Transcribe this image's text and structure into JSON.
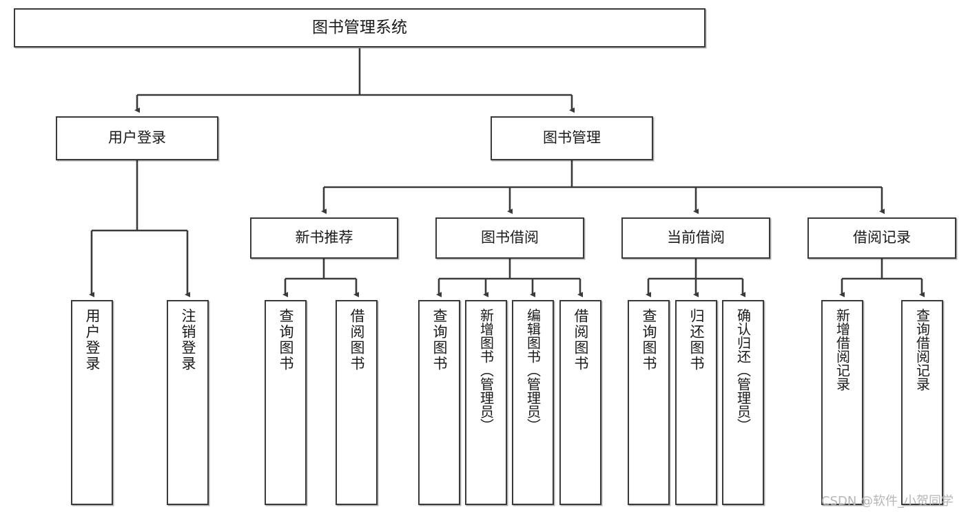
{
  "diagram": {
    "type": "tree",
    "title": "图书管理系统",
    "root": {
      "id": "root",
      "label": "图书管理系统"
    },
    "level1": [
      {
        "id": "user-login",
        "label": "用户登录"
      },
      {
        "id": "book-manage",
        "label": "图书管理"
      }
    ],
    "level2": [
      {
        "id": "new-book-recommend",
        "label": "新书推荐",
        "parent": "book-manage"
      },
      {
        "id": "book-borrow",
        "label": "图书借阅",
        "parent": "book-manage"
      },
      {
        "id": "current-borrow",
        "label": "当前借阅",
        "parent": "book-manage"
      },
      {
        "id": "borrow-record",
        "label": "借阅记录",
        "parent": "book-manage"
      }
    ],
    "leaves": [
      {
        "id": "leaf-user-login",
        "label": "用户登录",
        "parent": "user-login"
      },
      {
        "id": "leaf-user-logout",
        "label": "注销登录",
        "parent": "user-login"
      },
      {
        "id": "leaf-query-book-1",
        "label": "查询图书",
        "parent": "new-book-recommend"
      },
      {
        "id": "leaf-borrow-book-1",
        "label": "借阅图书",
        "parent": "new-book-recommend"
      },
      {
        "id": "leaf-query-book-2",
        "label": "查询图书",
        "parent": "book-borrow"
      },
      {
        "id": "leaf-add-book",
        "label": "新增图书（管理员）",
        "parent": "book-borrow"
      },
      {
        "id": "leaf-edit-book",
        "label": "编辑图书（管理员）",
        "parent": "book-borrow"
      },
      {
        "id": "leaf-borrow-book-2",
        "label": "借阅图书",
        "parent": "book-borrow"
      },
      {
        "id": "leaf-query-book-3",
        "label": "查询图书",
        "parent": "current-borrow"
      },
      {
        "id": "leaf-return-book",
        "label": "归还图书",
        "parent": "current-borrow"
      },
      {
        "id": "leaf-confirm-return",
        "label": "确认归还（管理员）",
        "parent": "current-borrow"
      },
      {
        "id": "leaf-add-record",
        "label": "新增借阅记录",
        "parent": "borrow-record"
      },
      {
        "id": "leaf-query-record",
        "label": "查询借阅记录",
        "parent": "borrow-record"
      }
    ]
  },
  "watermark": {
    "text": "CSDN @软件_小贺同学"
  },
  "colors": {
    "stroke": "#3a3a3a",
    "background": "#ffffff",
    "text": "#1a1a1a",
    "watermark": "#b6b6b6"
  }
}
